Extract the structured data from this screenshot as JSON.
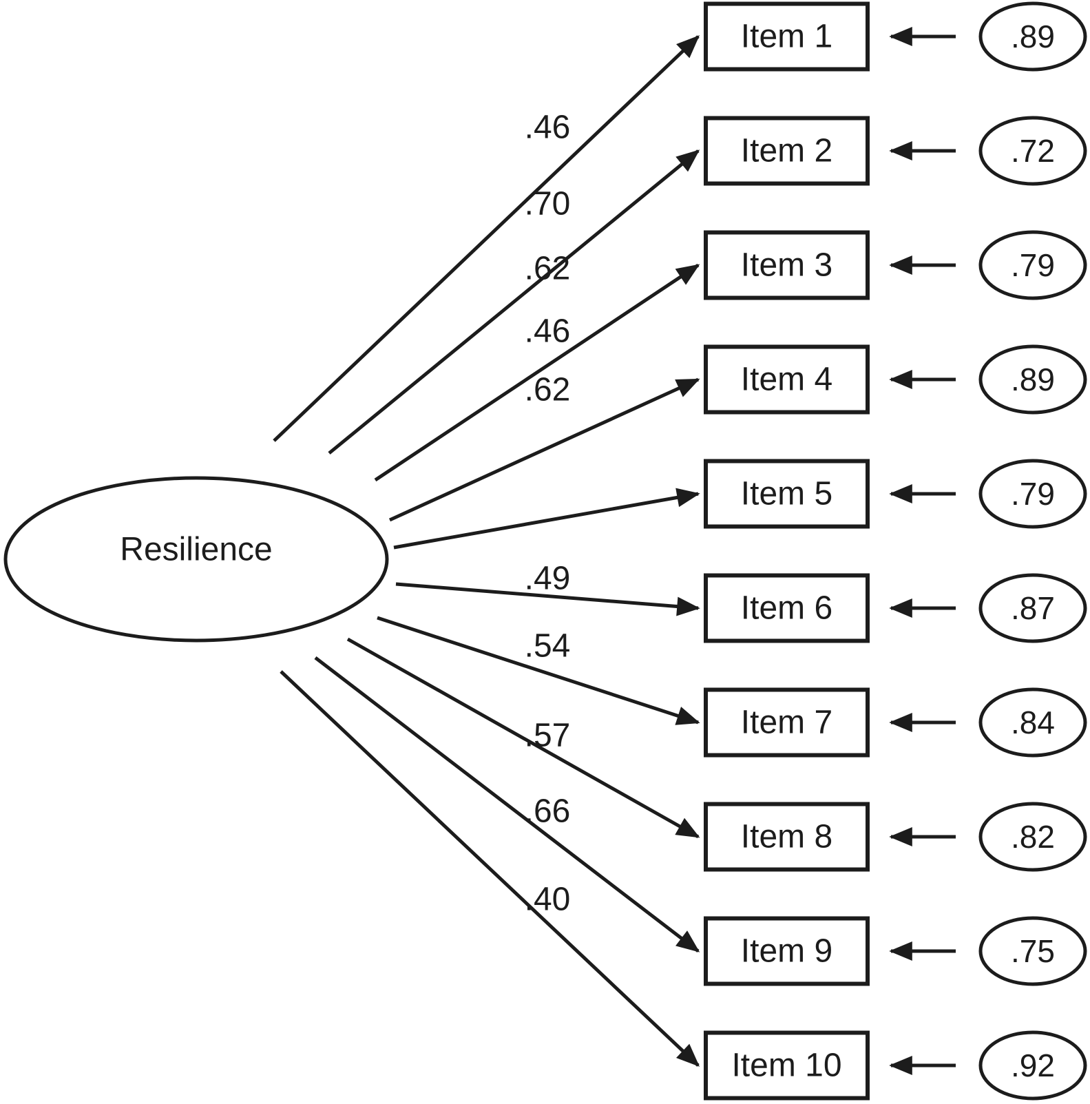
{
  "diagram": {
    "latent": {
      "label": "Resilience"
    },
    "items": [
      {
        "label": "Item 1",
        "loading": ".46",
        "error": ".89"
      },
      {
        "label": "Item 2",
        "loading": ".70",
        "error": ".72"
      },
      {
        "label": "Item 3",
        "loading": ".62",
        "error": ".79"
      },
      {
        "label": "Item 4",
        "loading": ".46",
        "error": ".89"
      },
      {
        "label": "Item 5",
        "loading": ".62",
        "error": ".79"
      },
      {
        "label": "Item 6",
        "loading": ".49",
        "error": ".87"
      },
      {
        "label": "Item 7",
        "loading": ".54",
        "error": ".84"
      },
      {
        "label": "Item 8",
        "loading": ".57",
        "error": ".82"
      },
      {
        "label": "Item 9",
        "loading": ".66",
        "error": ".75"
      },
      {
        "label": "Item 10",
        "loading": ".40",
        "error": ".92"
      }
    ],
    "colors": {
      "ink": "#1c1c1c",
      "background": "#ffffff"
    }
  }
}
